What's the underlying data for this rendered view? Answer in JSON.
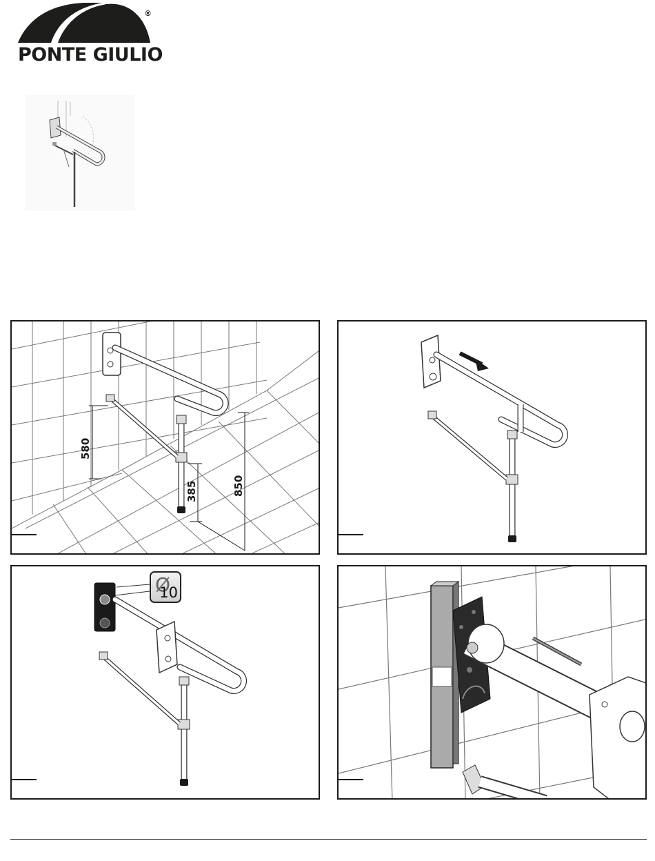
{
  "brand": {
    "name": "PONTE GIULIO",
    "registered": "®"
  },
  "dimensions": {
    "d580": "580",
    "d385": "385",
    "d850": "850"
  },
  "drill": {
    "symbol": "Ø",
    "size": "10"
  },
  "icons": [
    "logo-arch-icon",
    "drill-diameter-icon",
    "direction-arrow-icon"
  ]
}
